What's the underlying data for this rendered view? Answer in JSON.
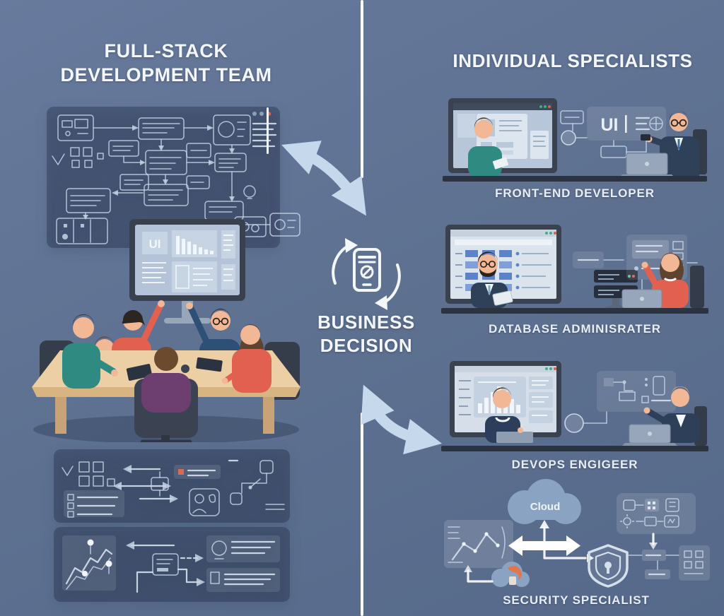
{
  "page": {
    "divider_color": "#fcfdfe"
  },
  "left_section": {
    "title": "FULL-STACK DEVELOPMENT TEAM",
    "monitor_ui_label": "UI"
  },
  "center": {
    "label": "BUSINESS DECISION"
  },
  "right_section": {
    "title": "INDIVIDUAL SPECIALISTS",
    "specialists": [
      {
        "label": "FRONT-END DEVELOPER",
        "panel_text": "UI"
      },
      {
        "label": "DATABASE ADMINISRATER"
      },
      {
        "label": "DEVOPS ENGIGEER"
      },
      {
        "label": "SECURITY SPECIALIST",
        "cloud_label": "Cloud"
      }
    ]
  },
  "colors": {
    "accent_arrow": "#c6d9ec",
    "lineart": "#c7d5e7",
    "alert_dot": "#d96a55",
    "teal_shirt": "#2f8b82",
    "coral_shirt": "#e2604f",
    "navy_suit": "#2e4158",
    "purple_shirt": "#6d3f70",
    "table_wood": "#eccfa4",
    "cloud": "#8ba3c2"
  }
}
